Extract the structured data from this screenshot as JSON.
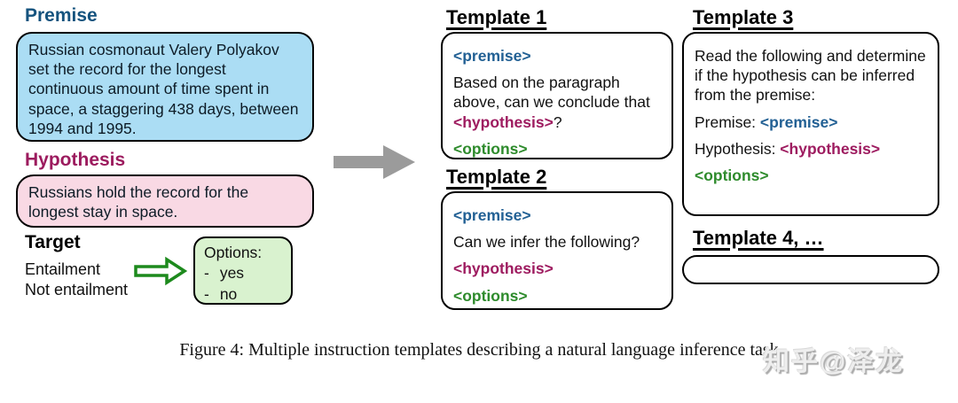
{
  "example": {
    "premise": {
      "label": "Premise",
      "text": "Russian cosmonaut Valery Polyakov set the record for the longest continuous amount of time spent in space, a staggering 438 days, between 1994 and 1995."
    },
    "hypothesis": {
      "label": "Hypothesis",
      "text": "Russians hold the record for the longest stay in space."
    },
    "target": {
      "label": "Target",
      "values": [
        "Entailment",
        "Not entailment"
      ]
    },
    "options": {
      "label": "Options:",
      "dash": "-",
      "items": [
        "yes",
        "no"
      ]
    }
  },
  "templates": {
    "t1": {
      "heading": "Template 1",
      "premise_tag": "<premise>",
      "body_before": "Based on the paragraph above, can we conclude that ",
      "hypothesis_tag": "<hypothesis>",
      "body_after": "?",
      "options_tag": "<options>"
    },
    "t2": {
      "heading": "Template 2",
      "premise_tag": "<premise>",
      "body": "Can we infer the following?",
      "hypothesis_tag": "<hypothesis>",
      "options_tag": "<options>"
    },
    "t3": {
      "heading": "Template 3",
      "intro": "Read the following and determine if the hypothesis can be inferred from the premise:",
      "premise_label": "Premise: ",
      "premise_tag": "<premise>",
      "hypothesis_label": "Hypothesis: ",
      "hypothesis_tag": "<hypothesis>",
      "options_tag": "<options>"
    },
    "t4": {
      "heading": "Template 4, …"
    }
  },
  "figure": {
    "caption": "Figure 4: Multiple instruction templates describing a natural language inference task",
    "watermark": "知乎@泽龙"
  },
  "colors": {
    "premise_blue": "#15537e",
    "premise_box_fill": "#abddf4",
    "hypothesis_magenta": "#9c1b5e",
    "hypothesis_box_fill": "#f9d9e4",
    "options_green": "#2e8b2c",
    "options_box_fill": "#d9f2cf",
    "green_arrow": "#1d8a1d",
    "gray_arrow": "#9b9b9b"
  }
}
